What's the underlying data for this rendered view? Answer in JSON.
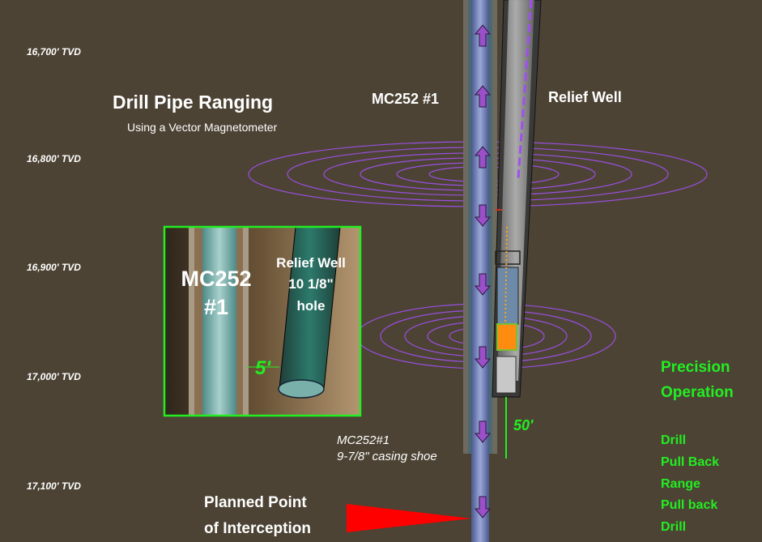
{
  "title": "Drill Pipe Ranging",
  "subtitle": "Using a Vector Magnetometer",
  "depth_labels": [
    "16,700' TVD",
    "16,800' TVD",
    "16,900' TVD",
    "17,000' TVD",
    "17,100' TVD"
  ],
  "wells": {
    "mc252": "MC252 #1",
    "relief": "Relief Well"
  },
  "inset": {
    "mc252_line1": "MC252",
    "mc252_line2": "#1",
    "relief_line1": "Relief Well",
    "relief_line2": "10 1/8\"",
    "relief_line3": "hole",
    "distance": "5'"
  },
  "distance_50": "50'",
  "casing_shoe": {
    "line1": "MC252#1",
    "line2": "9-7/8\"  casing shoe"
  },
  "interception": {
    "line1": "Planned Point",
    "line2": "of Interception"
  },
  "precision": {
    "line1": "Precision",
    "line2": "Operation"
  },
  "steps": [
    "Drill",
    "Pull Back",
    "Range",
    "Pull back",
    "Drill"
  ],
  "colors": {
    "background": "#4c4334",
    "accent_green": "#22ee22",
    "field_lines": "#9a4fe0",
    "arrow": "#9b4fc8",
    "pointer": "#ff0000"
  }
}
